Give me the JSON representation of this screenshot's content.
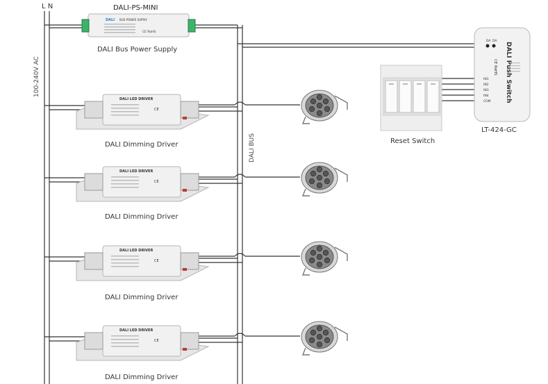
{
  "labels": {
    "ln": "L N",
    "voltage": "100-240V AC",
    "dali_bus": "DALI BUS",
    "psu_model": "DALI-PS-MINI",
    "psu_caption": "DALI Bus Power Supply",
    "driver_caption": "DALI Dimming Driver",
    "reset_switch": "Reset Switch",
    "push_model": "LT-424-GC"
  },
  "psu_face": {
    "brand": "DALI",
    "title": "BUS POWER SUPPLY",
    "cert": "CE RoHS"
  },
  "driver_face": {
    "title": "DALI LED DRIVER",
    "cert": "CE"
  },
  "push_switch": {
    "title": "DALI Push Switch",
    "inputs": [
      "IN1",
      "IN2",
      "IN3",
      "IN4",
      "COM"
    ],
    "bus_terms": [
      "DA",
      "DA"
    ],
    "cert": "CE RoHS"
  },
  "drivers": [
    {
      "caption_key": "driver_caption"
    },
    {
      "caption_key": "driver_caption"
    },
    {
      "caption_key": "driver_caption"
    },
    {
      "caption_key": "driver_caption"
    }
  ],
  "colors": {
    "wire": "#333333",
    "device": "#f1f1f1",
    "device_edge": "#b5b5b5",
    "terminal_green": "#3bb36b",
    "terminal_red": "#c0392b",
    "lamp_ring": "#8a8a8a",
    "lamp_led": "#555555"
  }
}
